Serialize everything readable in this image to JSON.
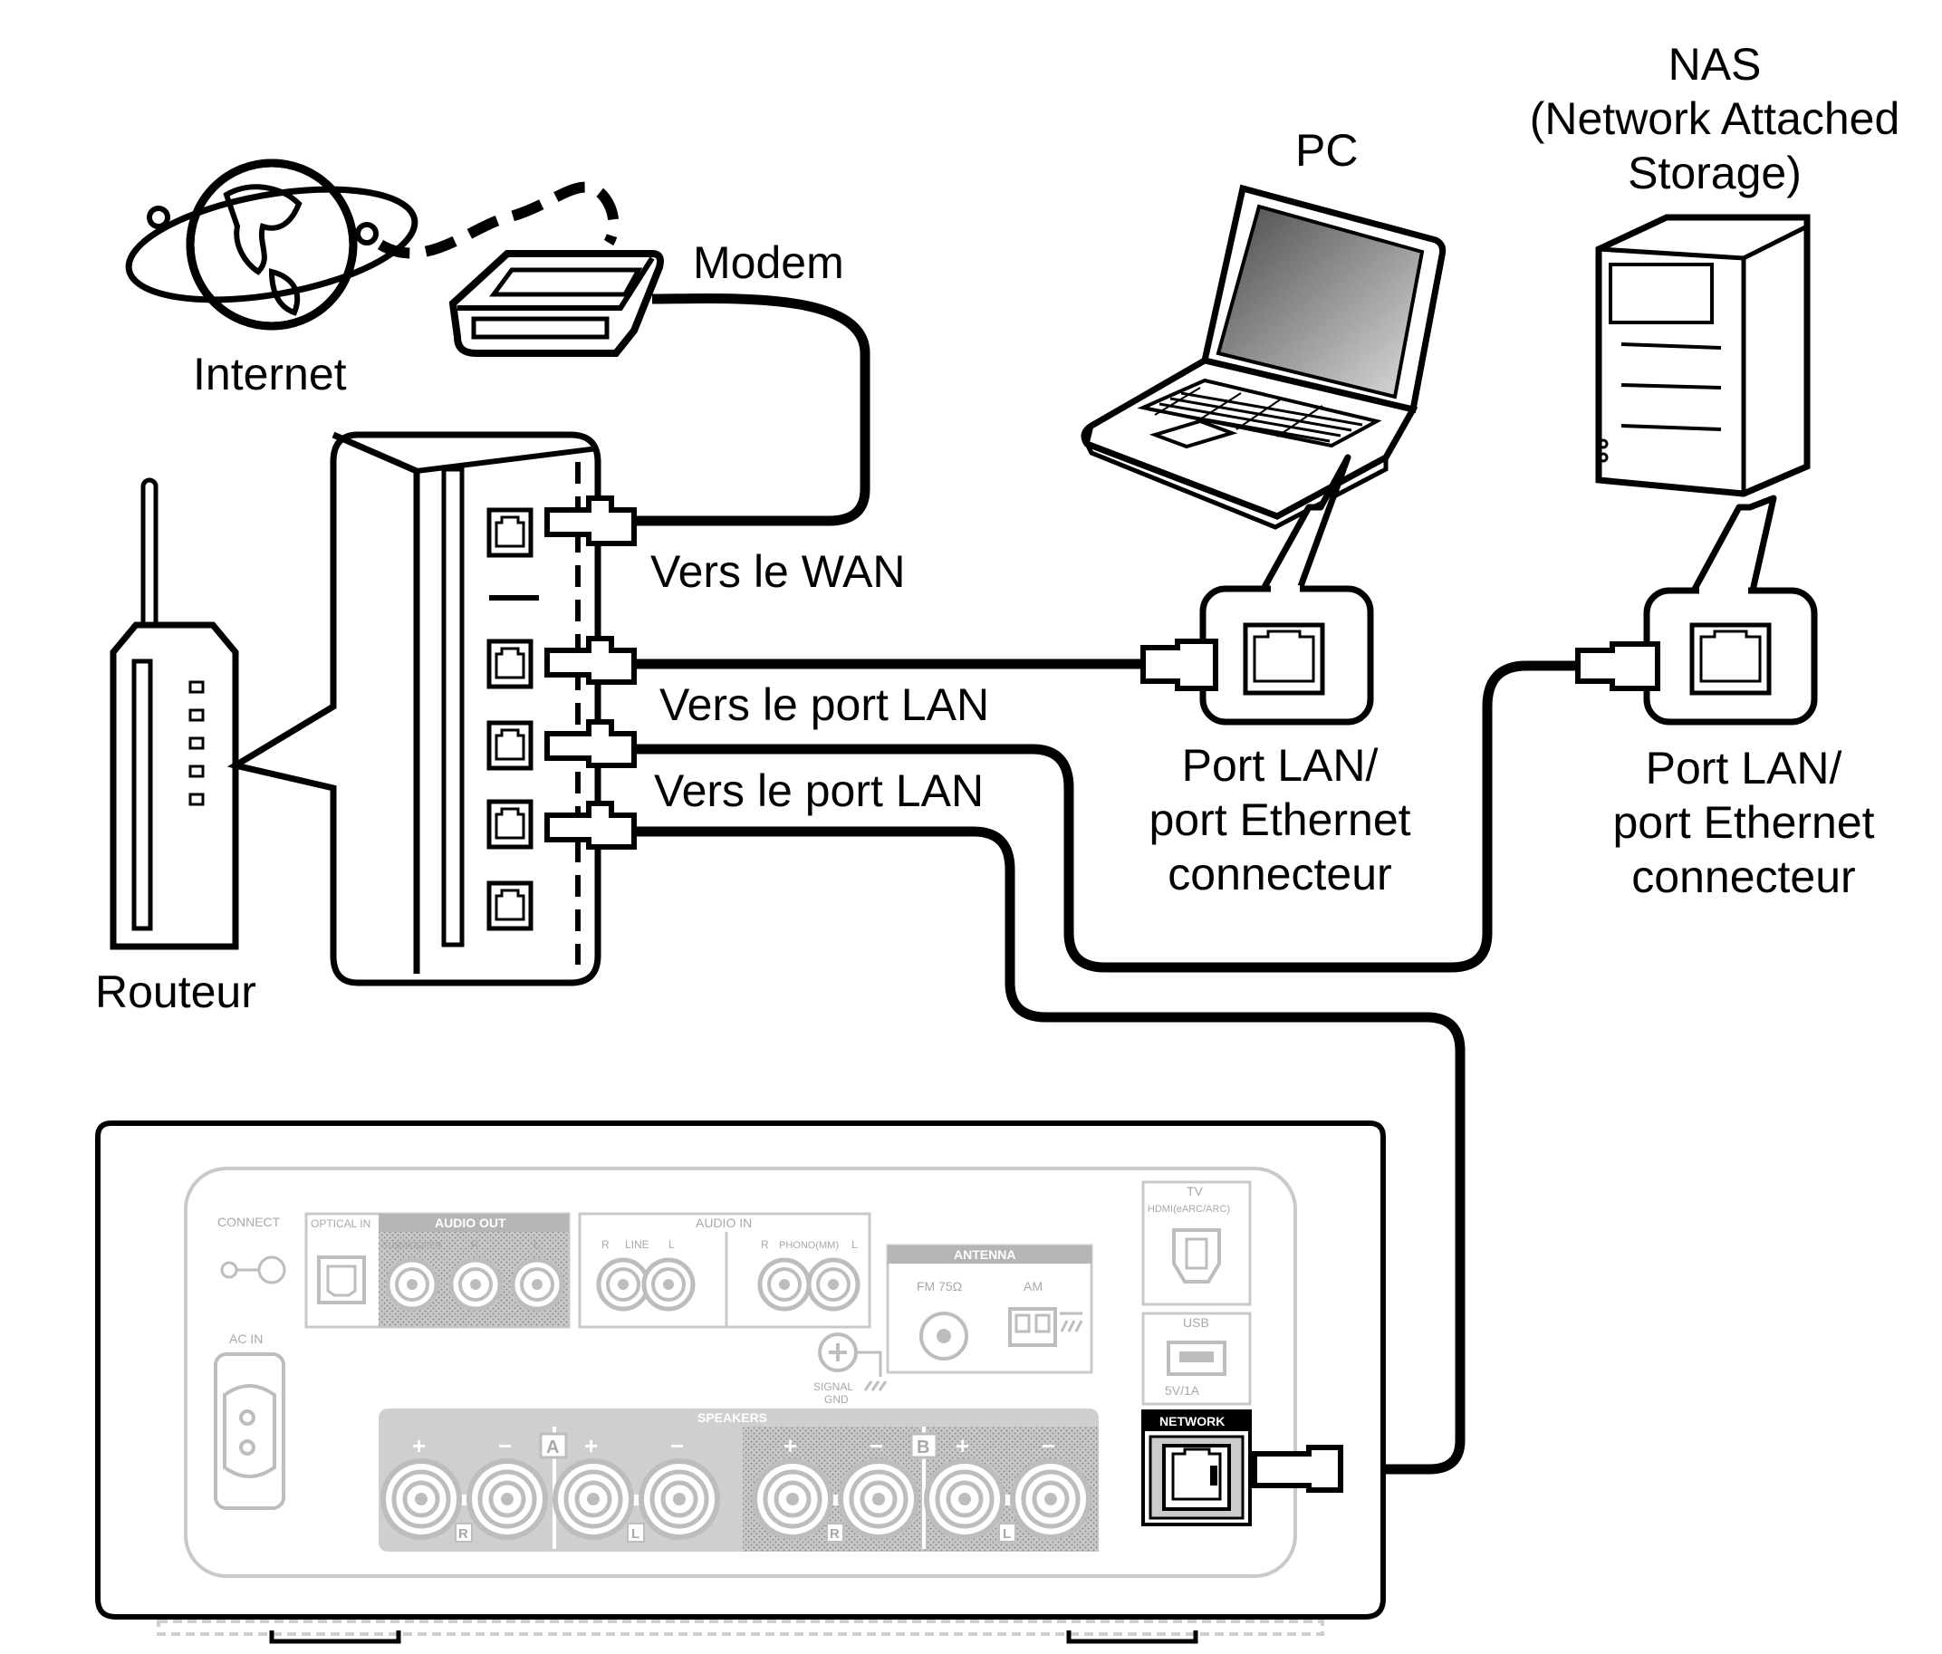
{
  "labels": {
    "internet": "Internet",
    "modem": "Modem",
    "pc": "PC",
    "nas_line1": "NAS",
    "nas_line2": "(Network Attached",
    "nas_line3": "Storage)",
    "router": "Routeur",
    "to_wan": "Vers le WAN",
    "to_lan_1": "Vers le port LAN",
    "to_lan_2": "Vers le port LAN",
    "pc_port_line1": "Port LAN/",
    "pc_port_line2": "port Ethernet",
    "pc_port_line3": "connecteur",
    "nas_port_line1": "Port LAN/",
    "nas_port_line2": "port Ethernet",
    "nas_port_line3": "connecteur"
  },
  "panel": {
    "connect": "CONNECT",
    "optical_in": "OPTICAL IN",
    "audio_out": "AUDIO OUT",
    "subwoofer": "SUBWOOFER",
    "r": "R",
    "l": "L",
    "audio_in": "AUDIO IN",
    "line": "LINE",
    "phono": "PHONO(MM)",
    "antenna": "ANTENNA",
    "fm": "FM 75Ω",
    "am": "AM",
    "tv": "TV",
    "hdmi": "HDMI(eARC/ARC)",
    "usb": "USB",
    "usb_rating": "5V/1A",
    "network": "NETWORK",
    "ac_in": "AC IN",
    "signal_gnd_1": "SIGNAL",
    "signal_gnd_2": "GND",
    "speakers": "SPEAKERS",
    "a": "A",
    "b": "B",
    "plus": "+",
    "minus": "−"
  },
  "icons": [
    "globe-icon",
    "modem-icon",
    "router-icon",
    "laptop-icon",
    "nas-icon",
    "ethernet-port-icon",
    "rj45-plug-icon"
  ]
}
